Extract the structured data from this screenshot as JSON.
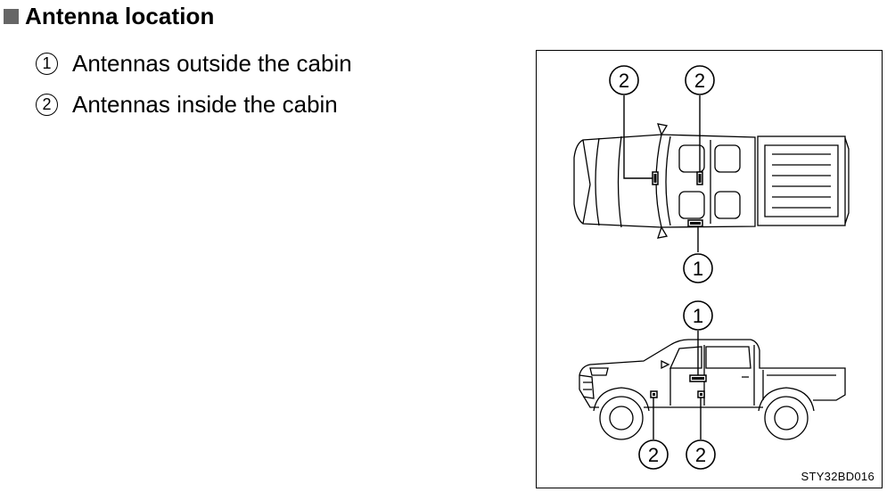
{
  "heading": "Antenna location",
  "items": [
    {
      "number": "1",
      "text": "Antennas outside the cabin"
    },
    {
      "number": "2",
      "text": "Antennas inside the cabin"
    }
  ],
  "figure": {
    "code": "STY32BD016",
    "callout_1": "1",
    "callout_2": "2"
  }
}
